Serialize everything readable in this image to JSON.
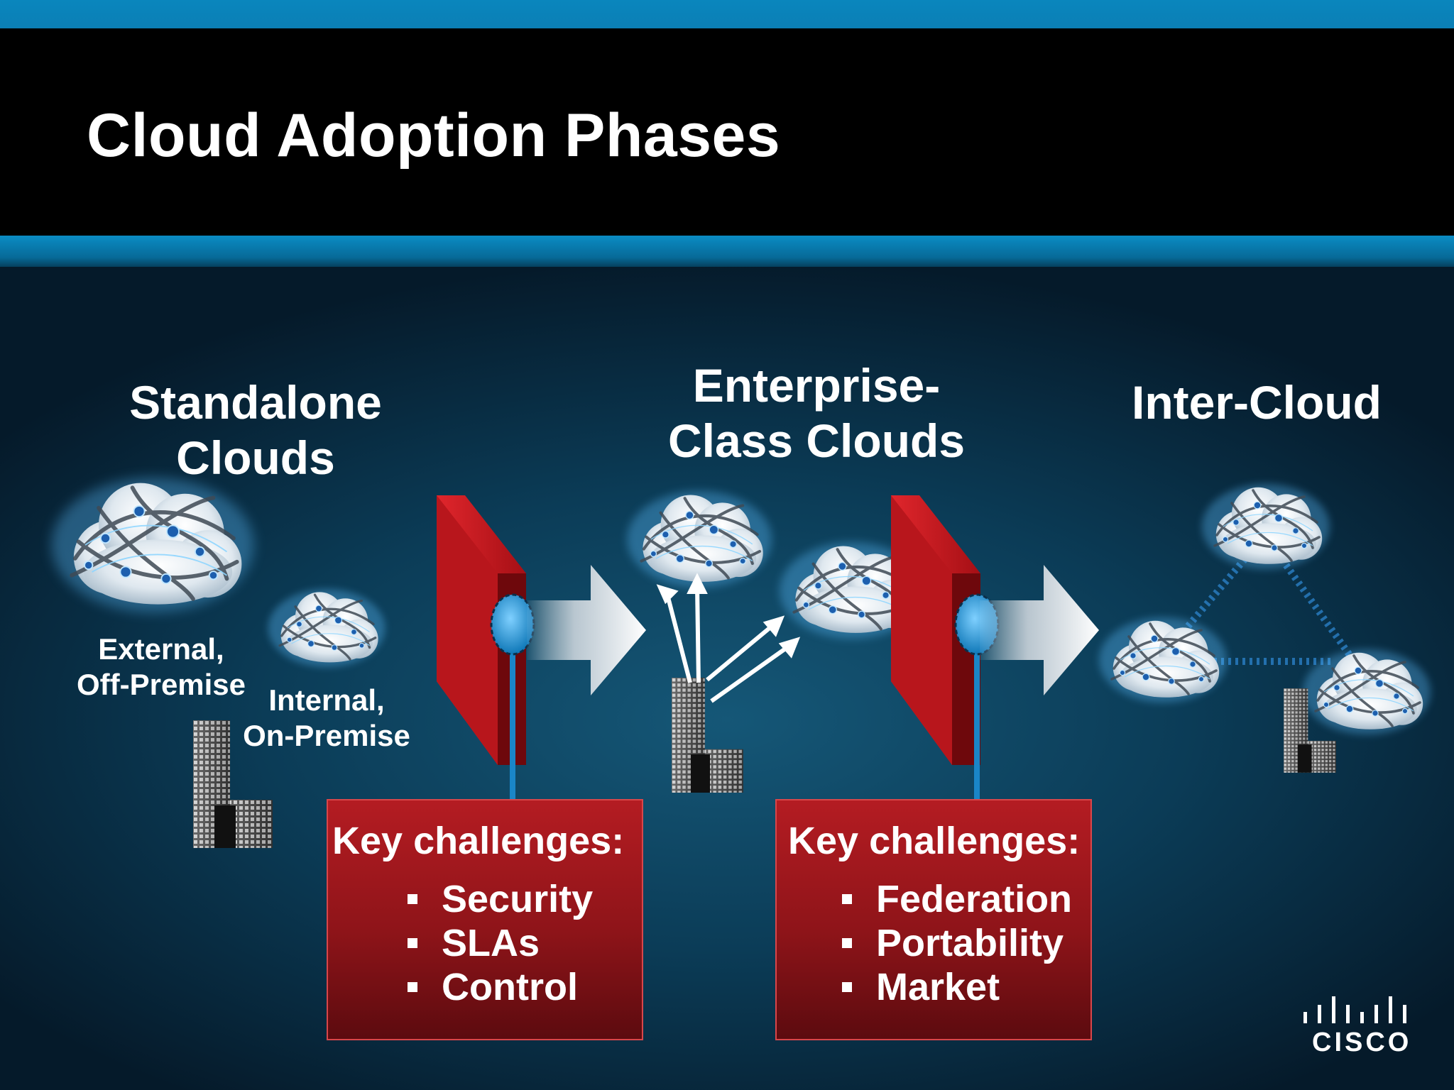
{
  "slide": {
    "title": "Cloud Adoption Phases"
  },
  "phases": [
    {
      "title_lines": [
        "Standalone",
        "Clouds"
      ]
    },
    {
      "title_lines": [
        "Enterprise-",
        "Class Clouds"
      ]
    },
    {
      "title_lines": [
        "Inter-Cloud"
      ]
    }
  ],
  "cloud_labels": {
    "external": [
      "External,",
      "Off-Premise"
    ],
    "internal": [
      "Internal,",
      "On-Premise"
    ]
  },
  "challenges": [
    {
      "heading": "Key challenges:",
      "items": [
        "Security",
        "SLAs",
        "Control"
      ]
    },
    {
      "heading": "Key challenges:",
      "items": [
        "Federation",
        "Portability",
        "Market"
      ]
    }
  ],
  "logo": {
    "text": "CISCO"
  },
  "colors": {
    "accent_blue": "#0a86bd",
    "firewall_red": "#c0161d",
    "box_red": "#a3181e",
    "background": "#0b3c57"
  }
}
